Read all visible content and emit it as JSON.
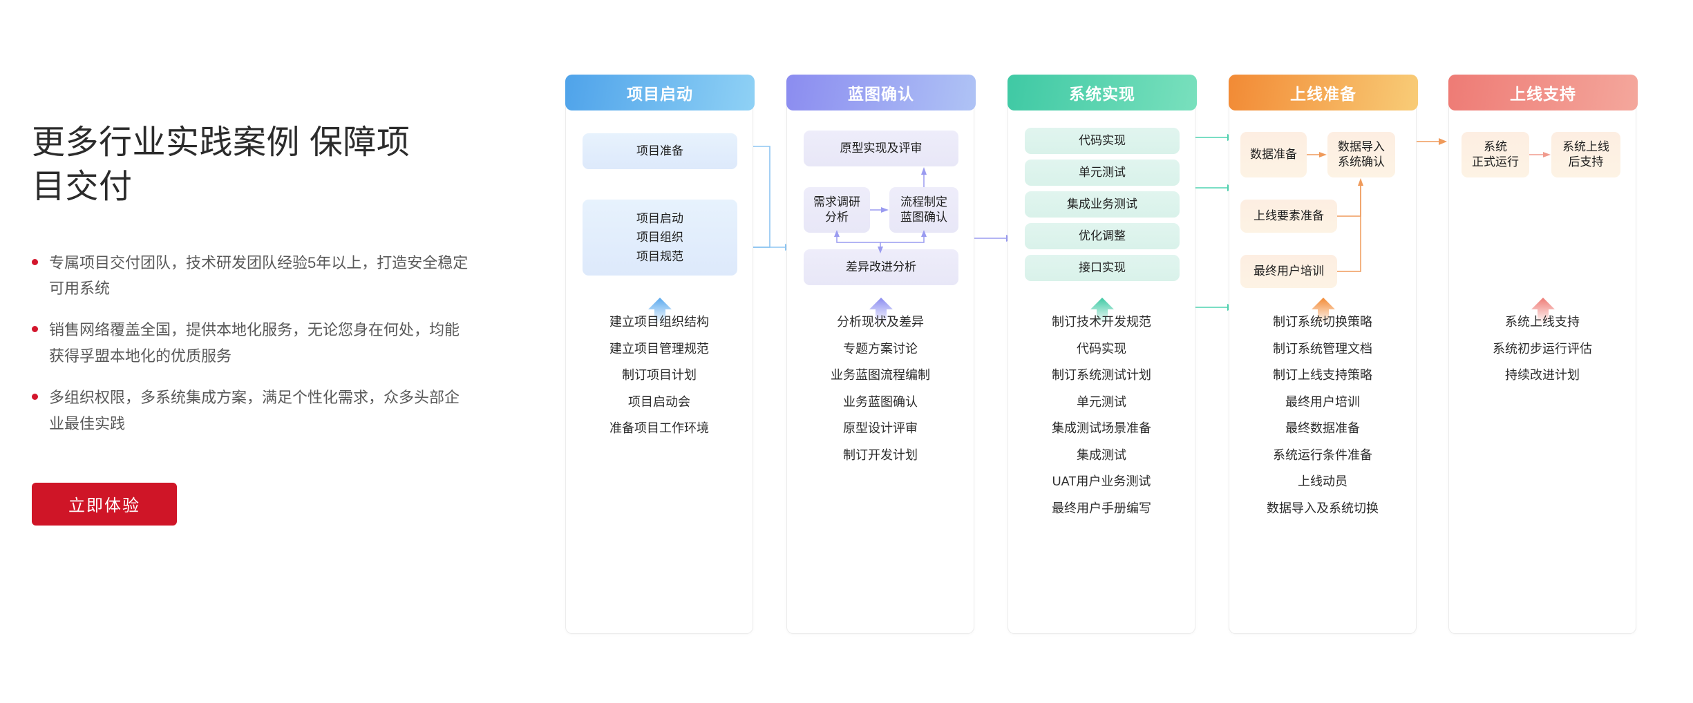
{
  "left": {
    "headline_line1": "更多行业实践案例 保障项",
    "headline_line2": "目交付",
    "bullets": [
      "专属项目交付团队，技术研发团队经验5年以上，打造安全稳定可用系统",
      "销售网络覆盖全国，提供本地化服务，无论您身在何处，均能获得孚盟本地化的优质服务",
      "多组织权限，多系统集成方案，满足个性化需求，众多头部企业最佳实践"
    ],
    "cta_label": "立即体验",
    "accent_color": "#cf1527"
  },
  "flow": {
    "columns": [
      {
        "title": "项目启动",
        "color": "#4fa3ea",
        "nodes": [
          {
            "label": "项目准备"
          },
          {
            "label": "项目启动\n项目组织\n项目规范"
          }
        ],
        "tasks": [
          "建立项目组织结构",
          "建立项目管理规范",
          "制订项目计划",
          "项目启动会",
          "准备项目工作环境"
        ]
      },
      {
        "title": "蓝图确认",
        "color": "#8b8cf0",
        "nodes": [
          {
            "label": "原型实现及评审"
          },
          {
            "label": "需求调研\n分析"
          },
          {
            "label": "流程制定\n蓝图确认"
          },
          {
            "label": "差异改进分析"
          }
        ],
        "tasks": [
          "分析现状及差异",
          "专题方案讨论",
          "业务蓝图流程编制",
          "业务蓝图确认",
          "原型设计评审",
          "制订开发计划"
        ]
      },
      {
        "title": "系统实现",
        "color": "#3fc9a4",
        "nodes": [
          {
            "label": "代码实现"
          },
          {
            "label": "单元测试"
          },
          {
            "label": "集成业务测试"
          },
          {
            "label": "优化调整"
          },
          {
            "label": "接口实现"
          }
        ],
        "tasks": [
          "制订技术开发规范",
          "代码实现",
          "制订系统测试计划",
          "单元测试",
          "集成测试场景准备",
          "集成测试",
          "UAT用户业务测试",
          "最终用户手册编写"
        ]
      },
      {
        "title": "上线准备",
        "color": "#f28a35",
        "nodes": [
          {
            "label": "数据准备"
          },
          {
            "label": "数据导入\n系统确认"
          },
          {
            "label": "上线要素准备"
          },
          {
            "label": "最终用户培训"
          }
        ],
        "tasks": [
          "制订系统切换策略",
          "制订系统管理文档",
          "制订上线支持策略",
          "最终用户培训",
          "最终数据准备",
          "系统运行条件准备",
          "上线动员",
          "数据导入及系统切换"
        ]
      },
      {
        "title": "上线支持",
        "color": "#ee7b75",
        "nodes": [
          {
            "label": "系统\n正式运行"
          },
          {
            "label": "系统上线\n后支持"
          }
        ],
        "tasks": [
          "系统上线支持",
          "系统初步运行评估",
          "持续改进计划"
        ]
      }
    ]
  }
}
